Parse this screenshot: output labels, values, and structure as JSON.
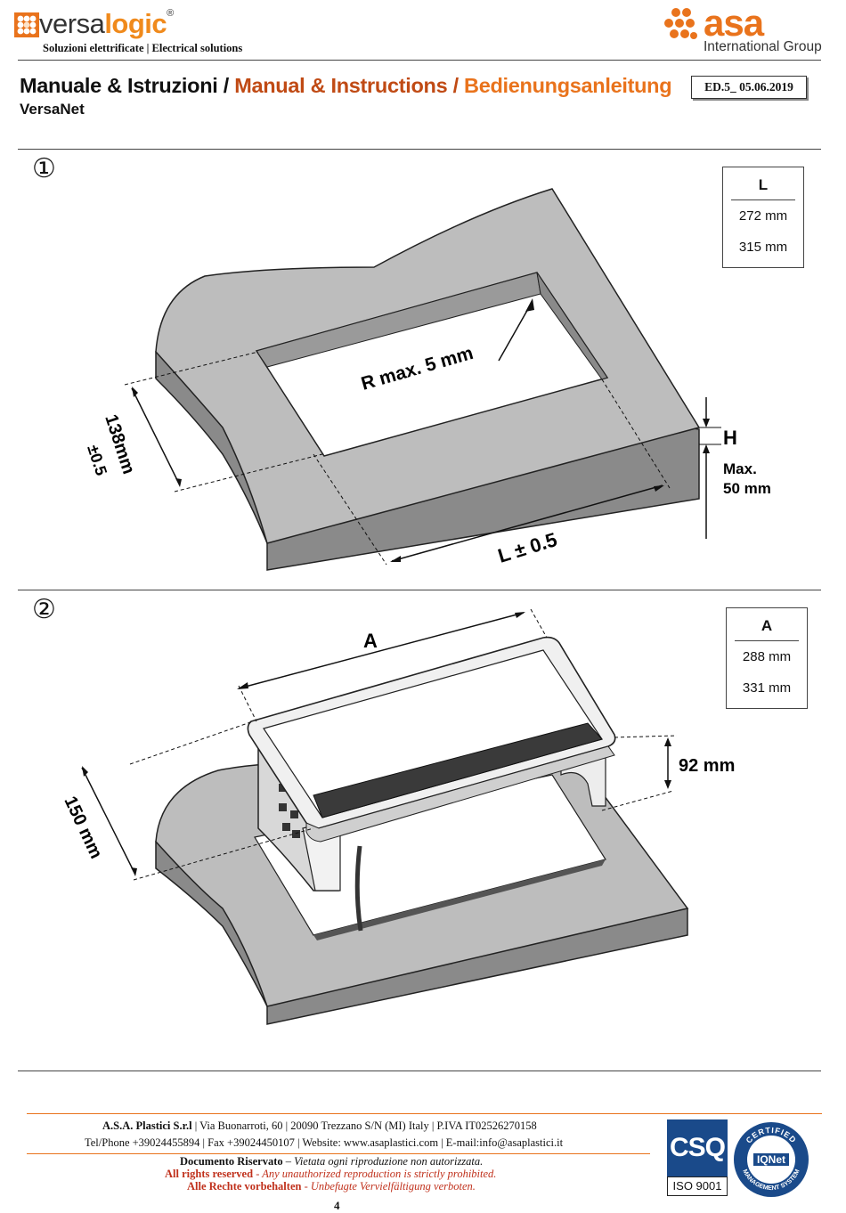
{
  "header": {
    "brand_left_prefix": "versa",
    "brand_left_bold": "logic",
    "brand_left_reg": "®",
    "brand_left_tagline": "Soluzioni elettrificate | Electrical  solutions",
    "brand_right": "asa",
    "brand_right_sub": "International Group",
    "title_it": "Manuale & Istruzioni / ",
    "title_en": "Manual & Instructions / ",
    "title_de": "Bedienungsanleitung",
    "subtitle": "VersaNet",
    "edition": "ED.5_ 05.06.2019"
  },
  "step1": {
    "number": "①",
    "table": {
      "header": "L",
      "rows": [
        "272 mm",
        "315 mm"
      ]
    },
    "labels": {
      "radius": "R max. 5 mm",
      "width": "138mm",
      "width_tol": "±0.5",
      "length": "L ± 0.5",
      "height_h": "H",
      "height_max": "Max.",
      "height_val": "50 mm"
    }
  },
  "step2": {
    "number": "②",
    "table": {
      "header": "A",
      "rows": [
        "288 mm",
        "331 mm"
      ]
    },
    "labels": {
      "length": "A",
      "width": "150 mm",
      "height": "92 mm"
    }
  },
  "footer": {
    "company": "A.S.A. Plastici S.r.l",
    "address": " | Via Buonarroti, 60 | 20090 Trezzano S/N (MI) Italy | P.IVA IT02526270158",
    "contact": "Tel/Phone  +39024455894 | Fax  +39024450107 | Website: www.asaplastici.com | E-mail:info@asaplastici.it",
    "reserved_it_bold": "Documento Riservato",
    "reserved_it": " – Vietata ogni riproduzione non autorizzata.",
    "reserved_en_bold": "All rights reserved",
    "reserved_en": " - Any unauthorized reproduction is strictly prohibited.",
    "reserved_de_bold": "Alle Rechte vorbehalten",
    "reserved_de": " - Unbefugte Vervielfältigung verboten.",
    "cert_left": "CSQ",
    "cert_left_sub": "ISO 9001",
    "cert_right_top": "CERTIFIED",
    "cert_right_mid": "IQNet",
    "cert_right_bottom": "MANAGEMENT SYSTEM",
    "page_number": "4"
  }
}
